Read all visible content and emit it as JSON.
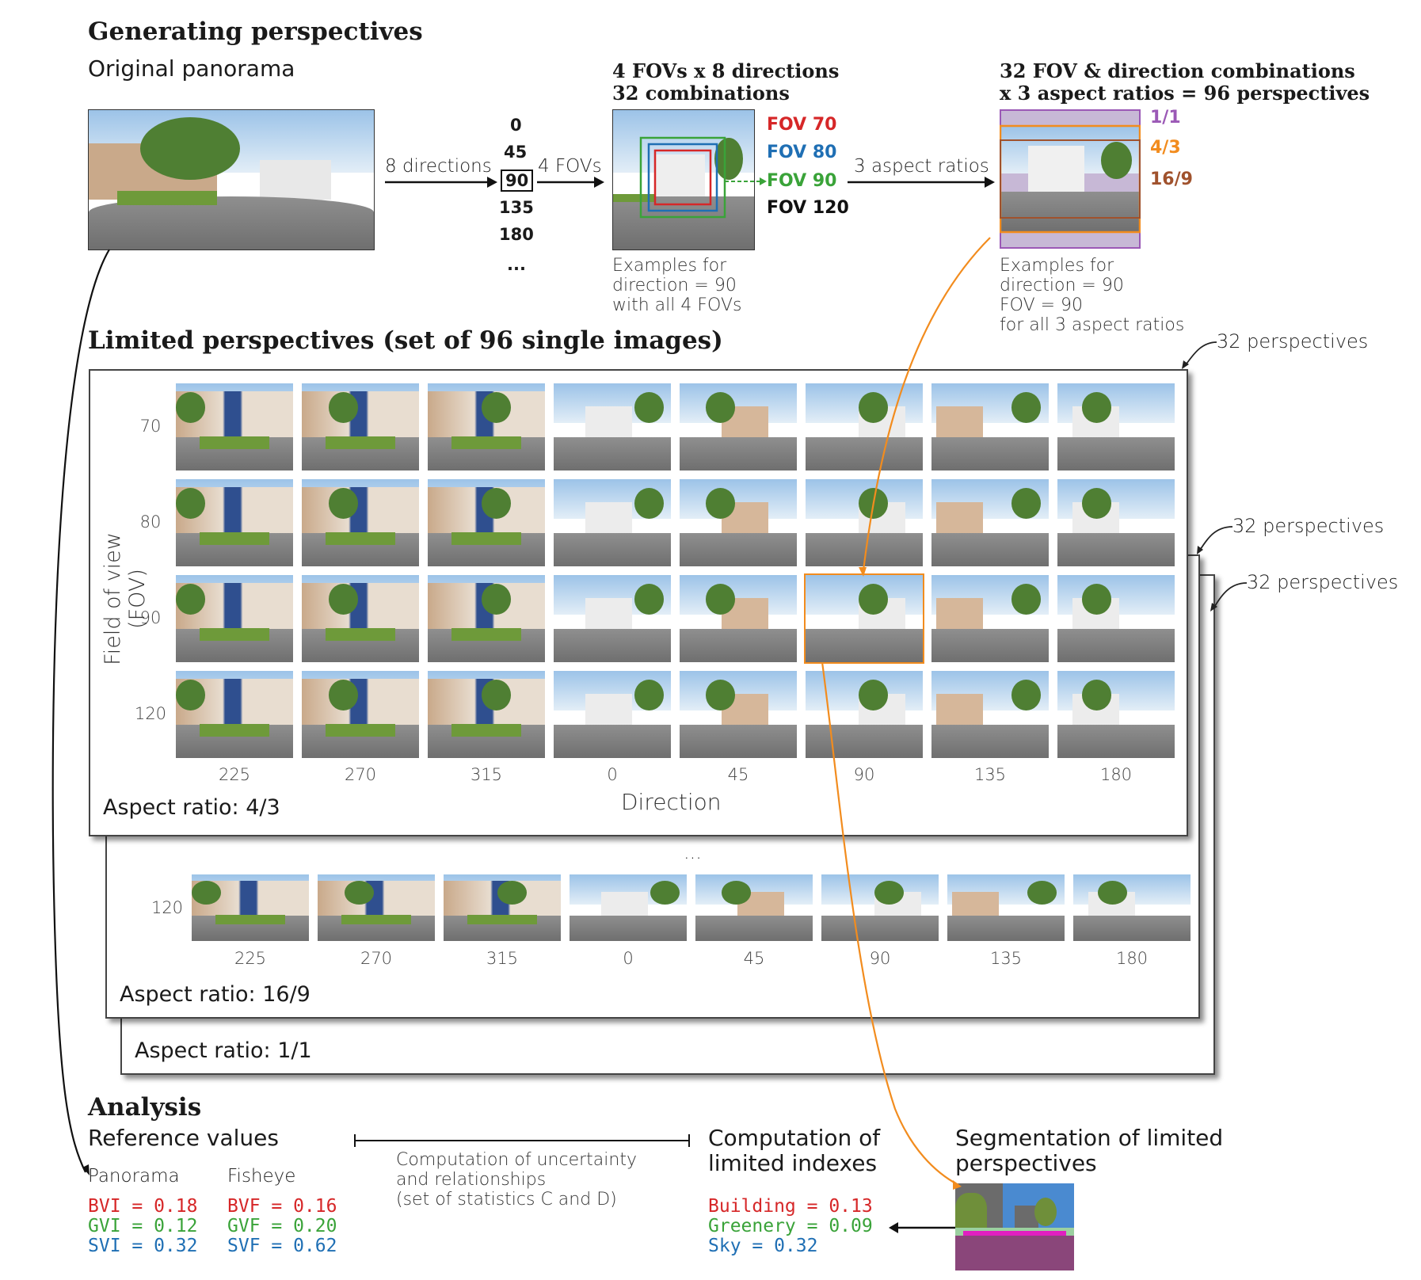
{
  "section1": {
    "title": "Generating perspectives",
    "panorama_label": "Original panorama",
    "arrow1_label": "8 directions",
    "directions": [
      "0",
      "45",
      "90",
      "135",
      "180",
      "..."
    ],
    "highlight_direction": "90",
    "arrow2_label": "4 FOVs",
    "fov_header": [
      "4 FOVs x 8 directions",
      "32 combinations"
    ],
    "fov_labels": [
      {
        "text": "FOV 70",
        "color": "#d62728"
      },
      {
        "text": "FOV 80",
        "color": "#1f6fb4"
      },
      {
        "text": "FOV 90",
        "color": "#3aa339"
      },
      {
        "text": "FOV 120",
        "color": "#111111"
      }
    ],
    "fov_caption": [
      "Examples for",
      "direction = 90",
      "with all 4 FOVs"
    ],
    "arrow3_label": "3 aspect ratios",
    "ar_header": [
      "32 FOV & direction combinations",
      "x 3 aspect ratios = 96 perspectives"
    ],
    "ar_labels": [
      {
        "text": "1/1",
        "color": "#9b59b6"
      },
      {
        "text": "4/3",
        "color": "#f28c1e"
      },
      {
        "text": "16/9",
        "color": "#a0522d"
      }
    ],
    "ar_caption": [
      "Examples for",
      "direction = 90",
      "FOV = 90",
      "for all 3 aspect ratios"
    ]
  },
  "section2": {
    "title": "Limited perspectives (set of 96 single images)",
    "perspectives_note": "32 perspectives",
    "y_axis_label": "Field of view (FOV)",
    "fov_rows": [
      "70",
      "80",
      "90",
      "120"
    ],
    "directions": [
      "225",
      "270",
      "315",
      "0",
      "45",
      "90",
      "135",
      "180"
    ],
    "x_axis_label": "Direction",
    "ar43_label": "Aspect ratio: 4/3",
    "ellipsis": "...",
    "ar169_row_label": "120",
    "ar169_label": "Aspect ratio: 16/9",
    "ar11_label": "Aspect ratio: 1/1"
  },
  "section3": {
    "title": "Analysis",
    "reference_title": "Reference values",
    "panorama_col": "Panorama",
    "fisheye_col": "Fisheye",
    "panorama_values": [
      {
        "text": "BVI = 0.18",
        "color": "#d62728"
      },
      {
        "text": "GVI = 0.12",
        "color": "#3aa339"
      },
      {
        "text": "SVI = 0.32",
        "color": "#1f6fb4"
      }
    ],
    "fisheye_values": [
      {
        "text": "BVF = 0.16",
        "color": "#d62728"
      },
      {
        "text": "GVF = 0.20",
        "color": "#3aa339"
      },
      {
        "text": "SVF = 0.62",
        "color": "#1f6fb4"
      }
    ],
    "uncertainty_note": [
      "Computation of uncertainty",
      "and relationships",
      "(set of statistics C and D)"
    ],
    "limited_title": [
      "Computation of",
      "limited indexes"
    ],
    "limited_values": [
      {
        "text": "Building = 0.13",
        "color": "#d62728"
      },
      {
        "text": "Greenery = 0.09",
        "color": "#3aa339"
      },
      {
        "text": "Sky = 0.32",
        "color": "#1f6fb4"
      }
    ],
    "segmentation_title": [
      "Segmentation of limited",
      "perspectives"
    ]
  }
}
